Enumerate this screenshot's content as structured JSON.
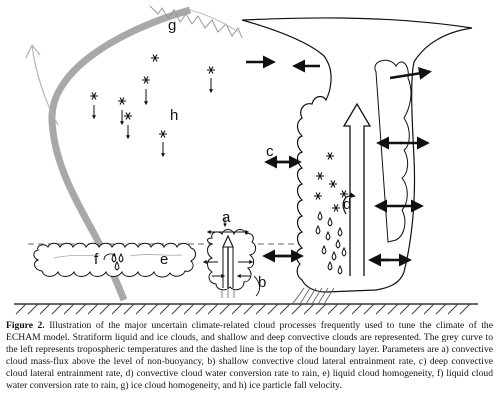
{
  "figure": {
    "labels": {
      "a": "a",
      "b": "b",
      "c": "c",
      "d": "d",
      "e": "e",
      "f": "f",
      "g": "g",
      "h": "h"
    }
  },
  "caption": {
    "label": "Figure 2.",
    "text": "Illustration of the major uncertain climate-related cloud processes frequently used to tune the climate of the ECHAM model. Stratiform liquid and ice clouds, and shallow and deep convective clouds are represented. The grey curve to the left represents tropospheric temperatures and the dashed line is the top of the boundary layer. Parameters are a) convective cloud mass-flux above the level of non-buoyancy, b) shallow convective cloud lateral entrainment rate, c) deep convective cloud lateral entrainment rate, d) convective cloud water conversion rate to rain, e) liquid cloud homogeneity, f) liquid cloud water conversion rate to rain, g) ice cloud homogeneity, and h) ice particle fall velocity."
  },
  "colors": {
    "ink": "#111111",
    "grey_curve": "#a8a8a8",
    "boundary_layer_line": "#9a9a9a",
    "ground": "#444444"
  }
}
